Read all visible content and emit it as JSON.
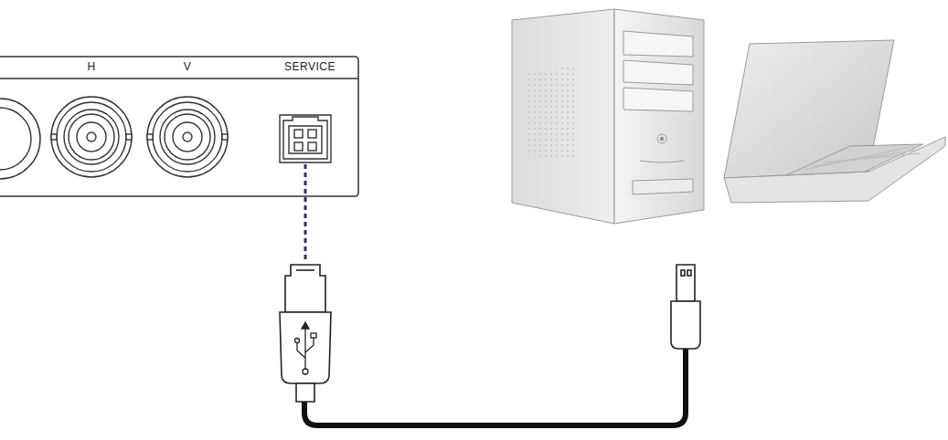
{
  "diagram": {
    "labels": [
      "H",
      "V",
      "SERVICE"
    ]
  }
}
